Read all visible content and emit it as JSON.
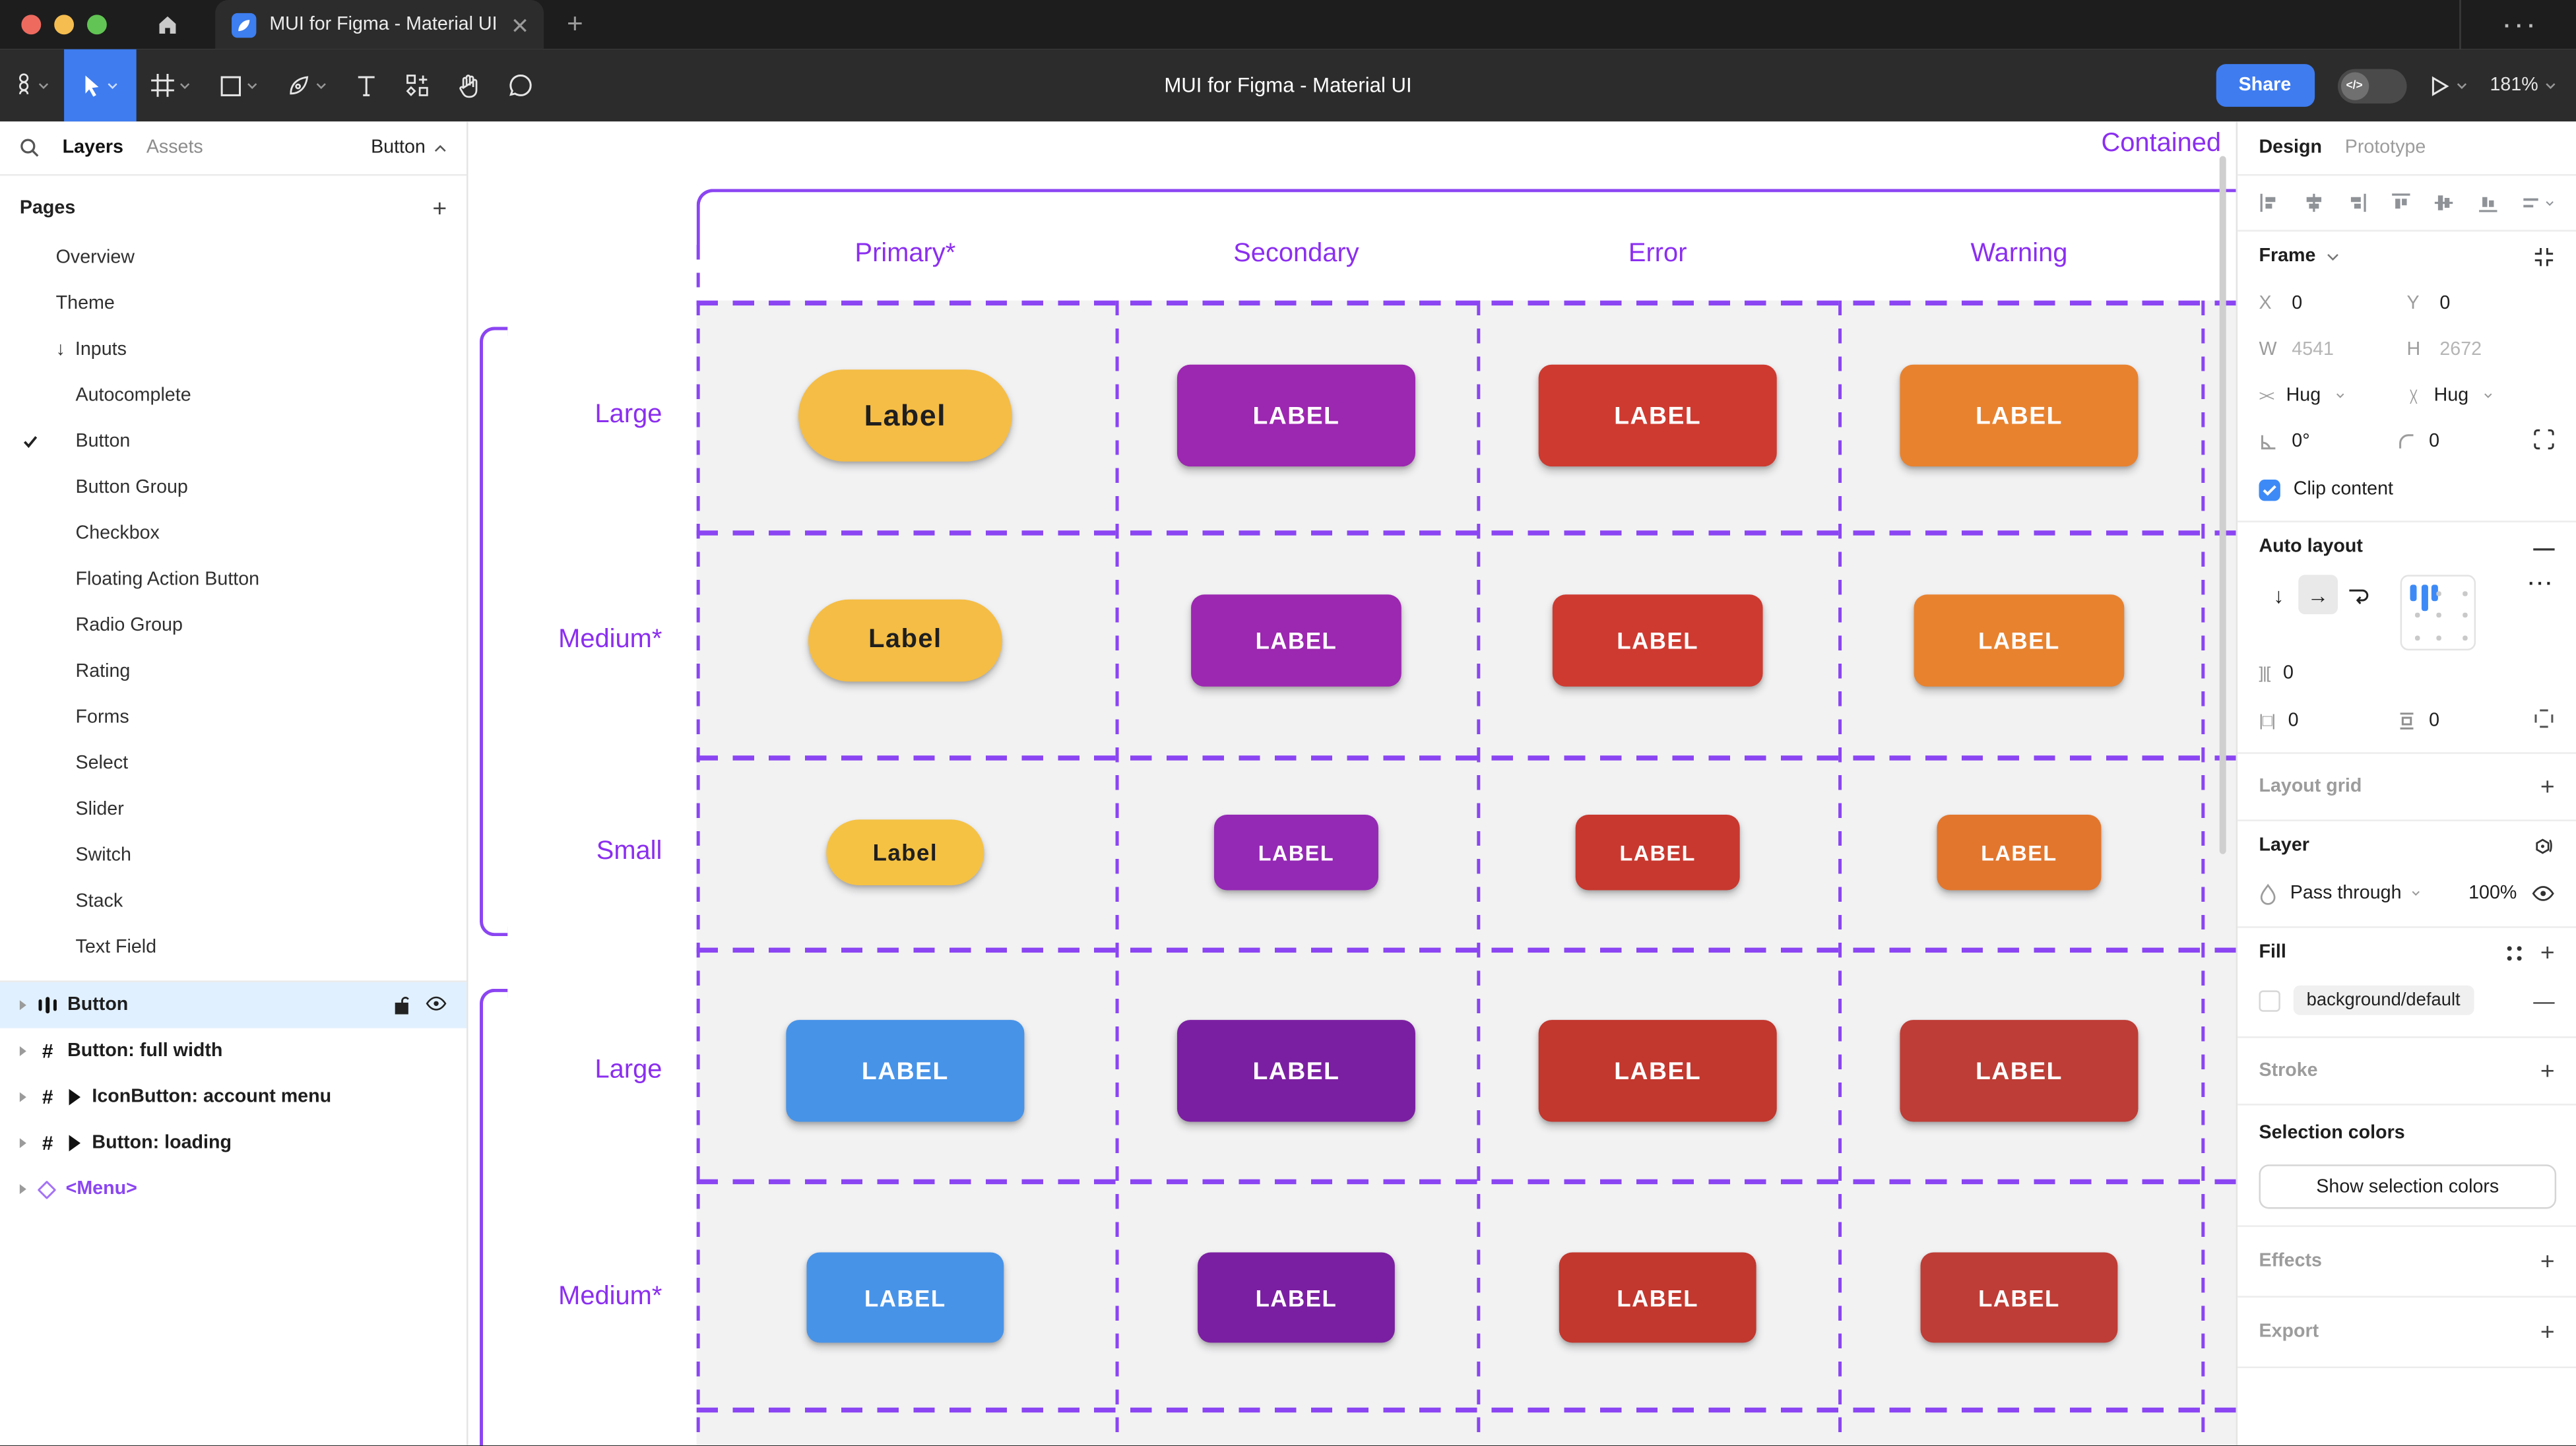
{
  "window": {
    "tab_title": "MUI for Figma - Material UI",
    "icons": {
      "traffic": [
        "close-light",
        "minimize-light",
        "zoom-light"
      ],
      "favicon": "figma-community-file-icon"
    }
  },
  "toolbar": {
    "doc_title": "MUI for Figma - Material UI",
    "share_label": "Share",
    "zoom_level": "181%",
    "dev_toggle_glyph": "</>"
  },
  "left_panel": {
    "tabs": {
      "layers": "Layers",
      "assets": "Assets"
    },
    "selection_chip": "Button",
    "pages_header": "Pages",
    "pages": [
      {
        "label": "Overview",
        "indent": 1
      },
      {
        "label": "Theme",
        "indent": 1
      },
      {
        "label": "Inputs",
        "indent": 1,
        "prefix_arrow": true
      },
      {
        "label": "Autocomplete",
        "indent": 2
      },
      {
        "label": "Button",
        "indent": 2,
        "checked": true
      },
      {
        "label": "Button Group",
        "indent": 2
      },
      {
        "label": "Checkbox",
        "indent": 2
      },
      {
        "label": "Floating Action Button",
        "indent": 2
      },
      {
        "label": "Radio Group",
        "indent": 2
      },
      {
        "label": "Rating",
        "indent": 2
      },
      {
        "label": "Forms",
        "indent": 2
      },
      {
        "label": "Select",
        "indent": 2
      },
      {
        "label": "Slider",
        "indent": 2
      },
      {
        "label": "Switch",
        "indent": 2
      },
      {
        "label": "Stack",
        "indent": 2
      },
      {
        "label": "Text Field",
        "indent": 2
      }
    ],
    "layers": [
      {
        "label": "Button",
        "icon": "auto-layout",
        "selected": true
      },
      {
        "label": "Button: full width",
        "icon": "frame"
      },
      {
        "label": "IconButton: account menu",
        "icon": "frame",
        "play": true
      },
      {
        "label": "Button: loading",
        "icon": "frame",
        "play": true
      },
      {
        "label": "<Menu>",
        "icon": "component-diamond",
        "purple": true
      }
    ]
  },
  "canvas": {
    "frame_title": "Contained",
    "accent": "#8b45f2",
    "columns": [
      "Primary*",
      "Secondary",
      "Error",
      "Warning"
    ],
    "rows": [
      {
        "label": "Large",
        "group": 1,
        "size": "large",
        "buttons": [
          {
            "text": "Label",
            "bg": "#f5bd45",
            "fg": "#1f1f1f",
            "pill": true
          },
          {
            "text": "LABEL",
            "bg": "#9c27b0",
            "fg": "#ffffff"
          },
          {
            "text": "LABEL",
            "bg": "#ce3a30",
            "fg": "#ffffff"
          },
          {
            "text": "LABEL",
            "bg": "#e8822f",
            "fg": "#ffffff"
          }
        ]
      },
      {
        "label": "Medium*",
        "group": 1,
        "size": "medium",
        "buttons": [
          {
            "text": "Label",
            "bg": "#f5bd45",
            "fg": "#1f1f1f",
            "pill": true
          },
          {
            "text": "LABEL",
            "bg": "#9c27b0",
            "fg": "#ffffff"
          },
          {
            "text": "LABEL",
            "bg": "#ce3a30",
            "fg": "#ffffff"
          },
          {
            "text": "LABEL",
            "bg": "#e8822f",
            "fg": "#ffffff"
          }
        ]
      },
      {
        "label": "Small",
        "group": 1,
        "size": "small",
        "buttons": [
          {
            "text": "Label",
            "bg": "#f5c244",
            "fg": "#1f1f1f",
            "pill": true
          },
          {
            "text": "LABEL",
            "bg": "#9429b5",
            "fg": "#ffffff"
          },
          {
            "text": "LABEL",
            "bg": "#c8382f",
            "fg": "#ffffff"
          },
          {
            "text": "LABEL",
            "bg": "#e2762d",
            "fg": "#ffffff"
          }
        ]
      },
      {
        "label": "Large",
        "group": 2,
        "size": "large",
        "buttons": [
          {
            "text": "LABEL",
            "bg": "#4793e8",
            "fg": "#ffffff"
          },
          {
            "text": "LABEL",
            "bg": "#7b1fa2",
            "fg": "#ffffff"
          },
          {
            "text": "LABEL",
            "bg": "#c2372e",
            "fg": "#ffffff"
          },
          {
            "text": "LABEL",
            "bg": "#be3d36",
            "fg": "#ffffff"
          }
        ]
      },
      {
        "label": "Medium*",
        "group": 2,
        "size": "medium2",
        "buttons": [
          {
            "text": "LABEL",
            "bg": "#4793e8",
            "fg": "#ffffff"
          },
          {
            "text": "LABEL",
            "bg": "#7b1fa2",
            "fg": "#ffffff"
          },
          {
            "text": "LABEL",
            "bg": "#c2372e",
            "fg": "#ffffff"
          },
          {
            "text": "LABEL",
            "bg": "#be3d36",
            "fg": "#ffffff"
          }
        ]
      }
    ]
  },
  "right_panel": {
    "tabs": {
      "design": "Design",
      "prototype": "Prototype"
    },
    "frame": {
      "title": "Frame",
      "x_label": "X",
      "x": "0",
      "y_label": "Y",
      "y": "0",
      "w_label": "W",
      "w": "4541",
      "h_label": "H",
      "h": "2672",
      "hug_h": "Hug",
      "hug_v": "Hug",
      "rotation": "0°",
      "radius": "0",
      "clip_label": "Clip content"
    },
    "auto_layout": {
      "title": "Auto layout",
      "gap": "0",
      "pad_h": "0",
      "pad_v": "0"
    },
    "layout_grid_label": "Layout grid",
    "layer": {
      "title": "Layer",
      "blend_mode": "Pass through",
      "opacity": "100%"
    },
    "fill": {
      "title": "Fill",
      "value": "background/default"
    },
    "stroke_label": "Stroke",
    "selection_colors": {
      "title": "Selection colors",
      "button_label": "Show selection colors"
    },
    "effects_label": "Effects",
    "export_label": "Export"
  }
}
